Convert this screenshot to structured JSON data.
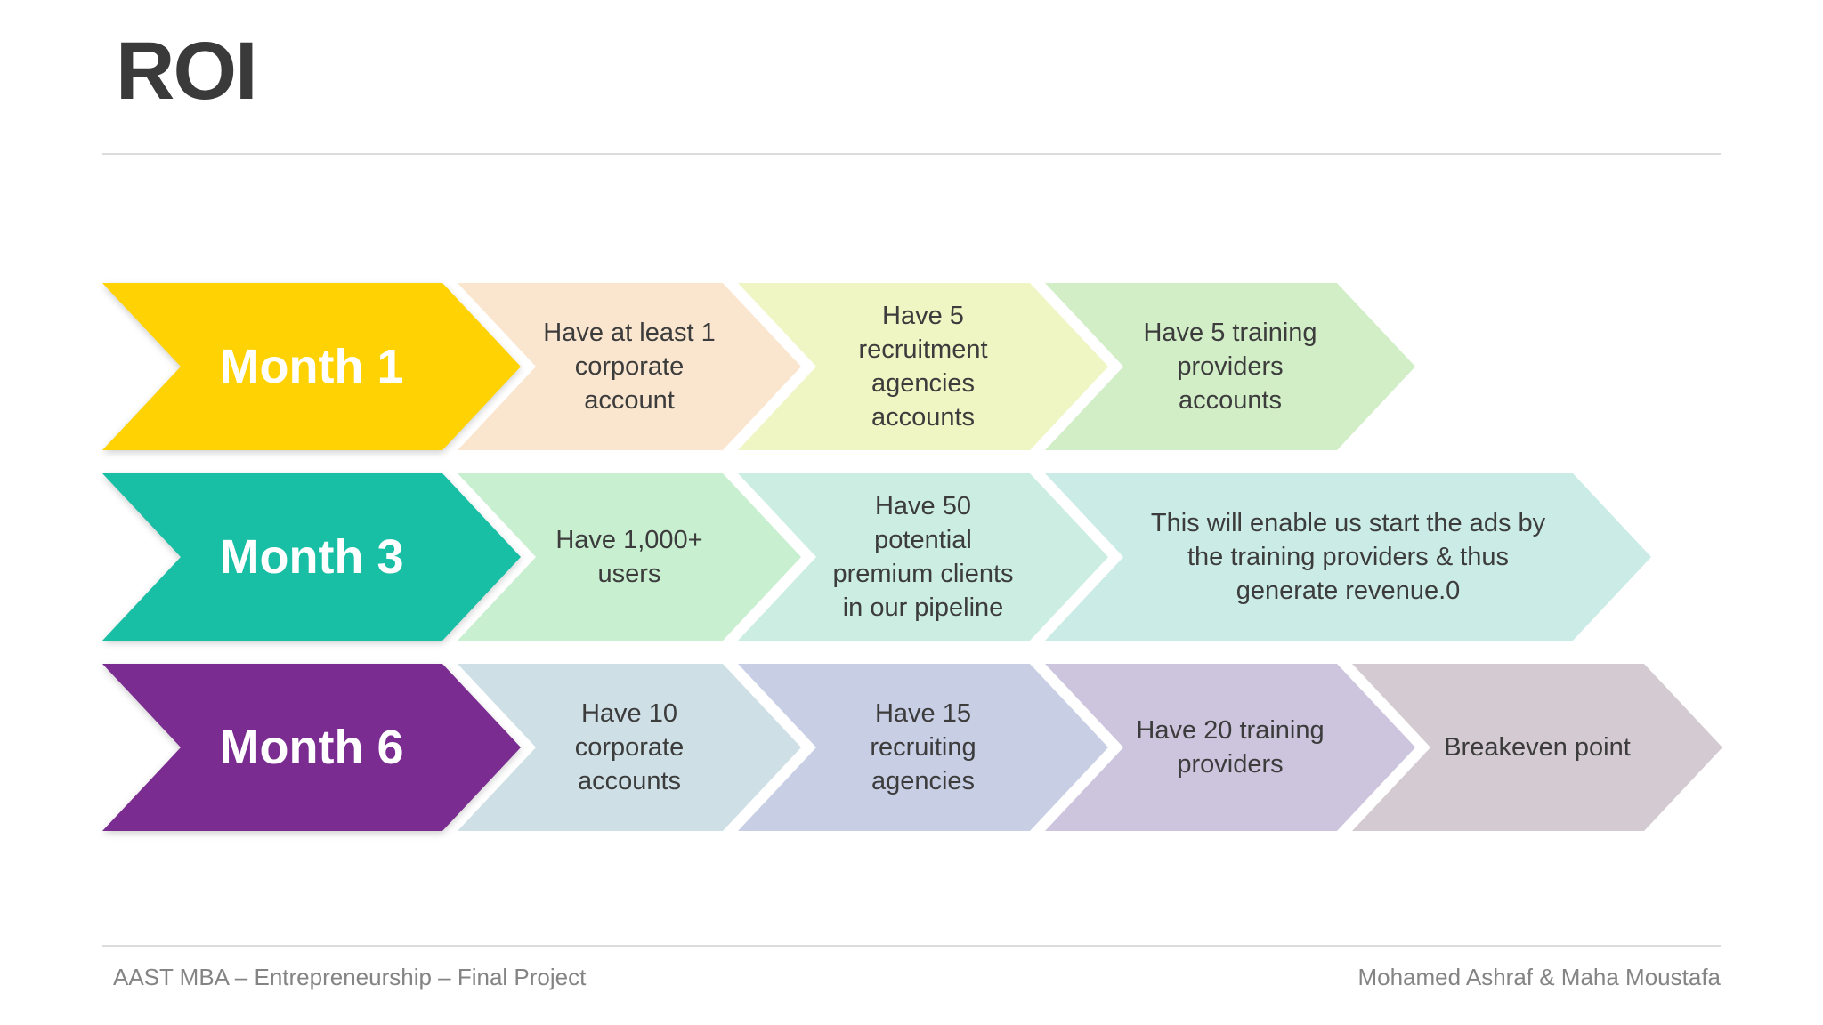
{
  "slide": {
    "title": "ROI",
    "footer_left": "AAST MBA – Entrepreneurship – Final Project",
    "footer_right": "Mohamed Ashraf & Maha Moustafa"
  },
  "colors": {
    "title_text": "#3a3a3a",
    "body_text": "#3c3c3c",
    "footer_text": "#848484",
    "divider": "#dcdcdc",
    "background": "#ffffff"
  },
  "rows": [
    {
      "label": "Month 1",
      "color": "#FFD203",
      "steps": [
        {
          "text": "Have at least 1\ncorporate\naccount",
          "color": "#FAE6CE"
        },
        {
          "text": "Have 5\nrecruitment\nagencies\naccounts",
          "color": "#EFF5C3"
        },
        {
          "text": "Have 5 training\nproviders\naccounts",
          "color": "#D2EEC7"
        }
      ]
    },
    {
      "label": "Month 3",
      "color": "#19BFA5",
      "steps": [
        {
          "text": "Have 1,000+\nusers",
          "color": "#C9EFD1"
        },
        {
          "text": "Have 50\npotential\npremium clients\nin our pipeline",
          "color": "#CBEDE2"
        },
        {
          "text": "This will enable us start the ads by\nthe training providers & thus\ngenerate revenue.0",
          "color": "#CBECE6"
        }
      ]
    },
    {
      "label": "Month 6",
      "color": "#7A2C90",
      "steps": [
        {
          "text": "Have 10\ncorporate\naccounts",
          "color": "#CEE0E6"
        },
        {
          "text": "Have 15\nrecruiting\nagencies",
          "color": "#C8CEE4"
        },
        {
          "text": "Have 20 training\nproviders",
          "color": "#CCC5DD"
        },
        {
          "text": "Breakeven point",
          "color": "#D4CAD1"
        }
      ]
    }
  ]
}
